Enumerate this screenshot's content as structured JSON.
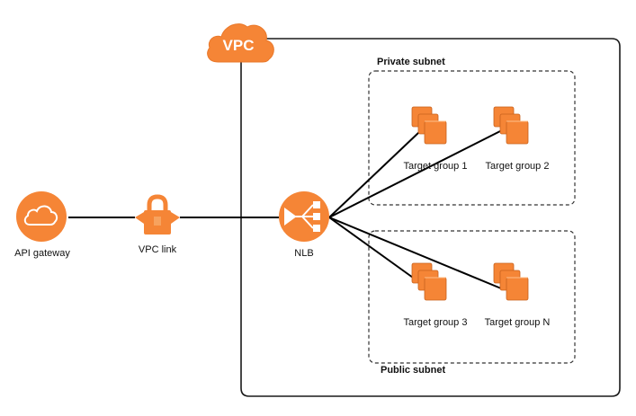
{
  "vpc": {
    "label": "VPC"
  },
  "subnets": {
    "private": "Private subnet",
    "public": "Public subnet"
  },
  "nodes": {
    "api_gateway": "API gateway",
    "vpc_link": "VPC link",
    "nlb": "NLB",
    "target_group_1": "Target group 1",
    "target_group_2": "Target group 2",
    "target_group_3": "Target group 3",
    "target_group_n": "Target group N"
  },
  "colors": {
    "aws_orange": "#F58536",
    "aws_orange_dark": "#9D5025",
    "line": "#000000",
    "border": "#1a1a1a"
  },
  "icons": {
    "api_gateway": "cloud-icon",
    "vpc_link": "lock-icon",
    "nlb": "load-balancer-icon",
    "target_group": "stacked-instances-icon"
  }
}
